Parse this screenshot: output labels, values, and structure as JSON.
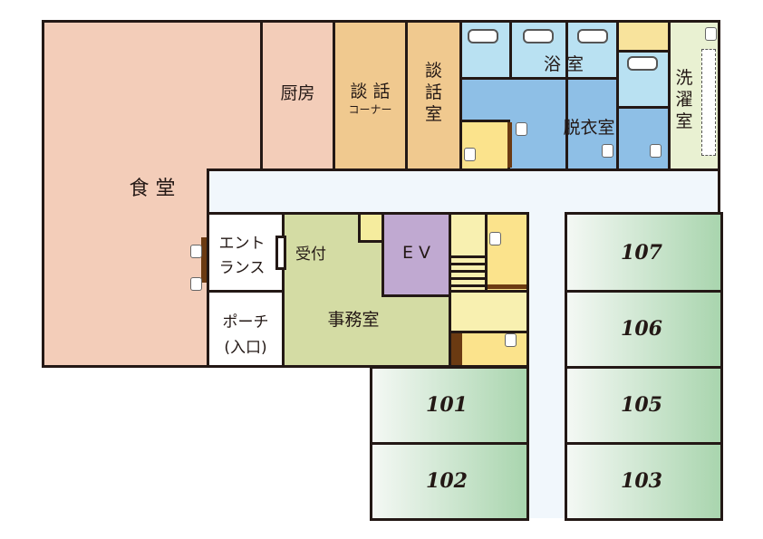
{
  "rooms": {
    "dining": "食 堂",
    "kitchen": "厨房",
    "talk_corner": "談 話",
    "talk_corner_sub": "コーナー",
    "talk_room": "談\n話\n室",
    "bath": "浴 室",
    "dressing": "脱衣室",
    "laundry": "洗\n濯\n室",
    "entrance": "エント\nランス",
    "reception": "受付",
    "porch": "ポーチ\n(入口)",
    "ev": "E V",
    "office": "事務室"
  },
  "guest_rooms": [
    "101",
    "102",
    "103",
    "105",
    "106",
    "107"
  ],
  "colors": {
    "dining": "#f3cdb9",
    "talk": "#f0c98f",
    "bath": "#b9e1f2",
    "dressing": "#8ebfe6",
    "laundry": "#e9f1d2",
    "office": "#d4dca4",
    "ev": "#c0a9d1",
    "toilet": "#fbe38c",
    "corridor": "#f1f7fc"
  }
}
